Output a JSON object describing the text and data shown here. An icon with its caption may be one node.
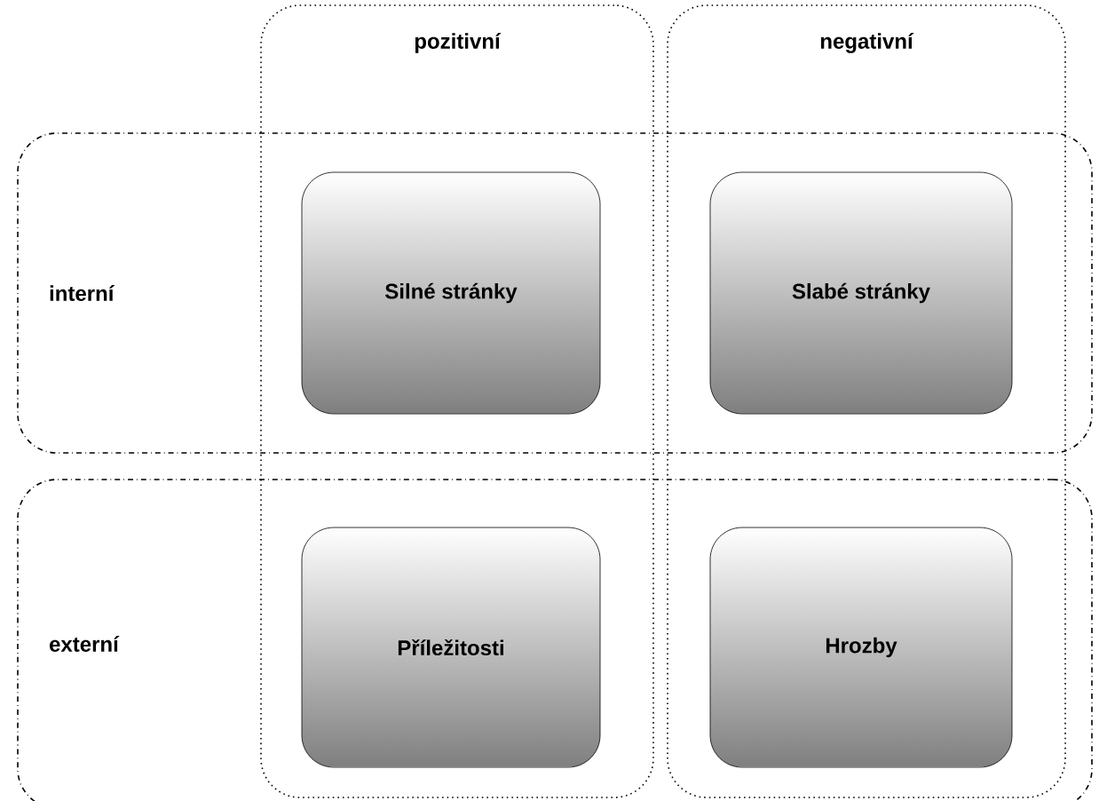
{
  "diagram": {
    "nodes": [
      {
        "text": [
          "pozitivní"
        ]
      },
      {
        "text": [
          "negativní"
        ]
      },
      {
        "text": [
          "interní"
        ]
      },
      {
        "text": [
          "externí"
        ]
      },
      {
        "text": [
          "Silné stránky"
        ]
      },
      {
        "text": [
          "Slabé stránky"
        ]
      },
      {
        "text": [
          "Příležitosti"
        ]
      },
      {
        "text": [
          "Hrozby"
        ]
      }
    ]
  }
}
